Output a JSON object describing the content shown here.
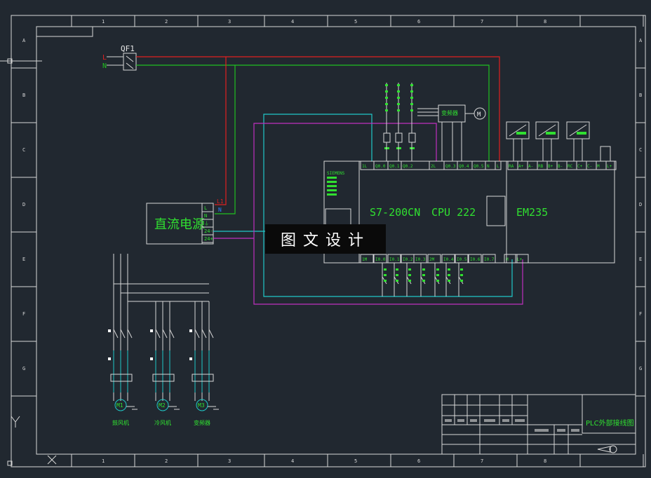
{
  "colors": {
    "background": "#212830",
    "frame": "#d8d8d8",
    "red_wire": "#e02020",
    "green_wire": "#20c020",
    "cyan_wire": "#20c8c8",
    "magenta_wire": "#c030c0",
    "label_green": "#30e030"
  },
  "frame": {
    "column_numbers": [
      "1",
      "2",
      "3",
      "4",
      "5",
      "6",
      "7",
      "8"
    ],
    "row_letters": [
      "A",
      "B",
      "C",
      "D",
      "E",
      "F",
      "G"
    ]
  },
  "breaker": {
    "label": "QF1",
    "line_l": "L",
    "line_n": "N"
  },
  "power_supply": {
    "label": "直流电源",
    "terminals": [
      "L",
      "N",
      "⏚",
      "24-",
      "24+"
    ],
    "wire_tags": [
      "L1",
      "N"
    ]
  },
  "plc": {
    "brand": "SIEMENS",
    "model": "S7-200CN",
    "cpu": "CPU 222",
    "top_terminals": [
      "1L",
      "Q0.0",
      "Q0.1",
      "Q0.2",
      "2L",
      "Q0.3",
      "Q0.4",
      "Q0.5",
      "N",
      "L"
    ],
    "bottom_terminals": [
      "1M",
      "I0.0",
      "I0.1",
      "I0.2",
      "I0.3",
      "2M",
      "I0.4",
      "I0.5",
      "I0.6",
      "I0.7",
      "M",
      "L+"
    ]
  },
  "module": {
    "name": "EM235",
    "terminals": [
      "RA",
      "A+",
      "A-",
      "RB",
      "B+",
      "B-",
      "RC",
      "C+",
      "C-",
      "M",
      "L+"
    ]
  },
  "inverter": {
    "label": "变频器",
    "motor": "M"
  },
  "motors": [
    {
      "id": "M1",
      "caption": "鼓风机"
    },
    {
      "id": "M2",
      "caption": "冷风机"
    },
    {
      "id": "M3",
      "caption": "变频器"
    }
  ],
  "title_block": {
    "title": "PLC外部接线图"
  },
  "watermark": "图文设计"
}
